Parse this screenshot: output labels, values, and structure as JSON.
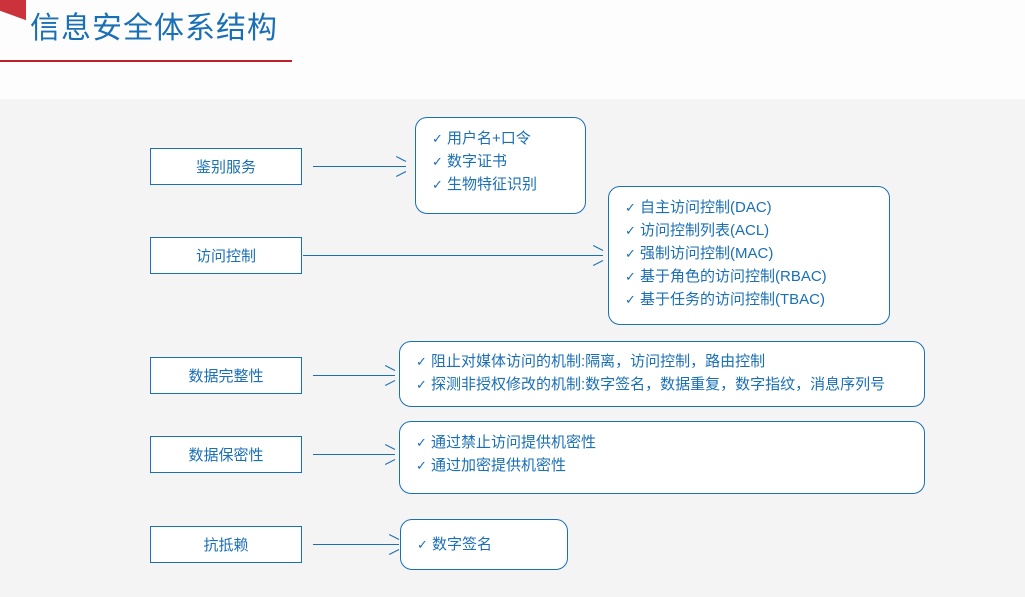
{
  "slide": {
    "title": "信息安全体系结构",
    "accent_blue": "#1a6fb5",
    "accent_red": "#c0202b",
    "background": "#f4f4f4"
  },
  "rows": [
    {
      "label": "鉴别服务",
      "items": [
        "用户名+口令",
        "数字证书",
        "生物特征识别"
      ]
    },
    {
      "label": "访问控制",
      "items": [
        "自主访问控制(DAC)",
        "访问控制列表(ACL)",
        "强制访问控制(MAC)",
        "基于角色的访问控制(RBAC)",
        "基于任务的访问控制(TBAC)"
      ]
    },
    {
      "label": "数据完整性",
      "items": [
        "阻止对媒体访问的机制:隔离，访问控制，路由控制",
        "探测非授权修改的机制:数字签名，数据重复，数字指纹，消息序列号"
      ]
    },
    {
      "label": "数据保密性",
      "items": [
        "通过禁止访问提供机密性",
        "通过加密提供机密性"
      ]
    },
    {
      "label": "抗抵赖",
      "items": [
        "数字签名"
      ]
    }
  ],
  "tick_glyph": "✓"
}
